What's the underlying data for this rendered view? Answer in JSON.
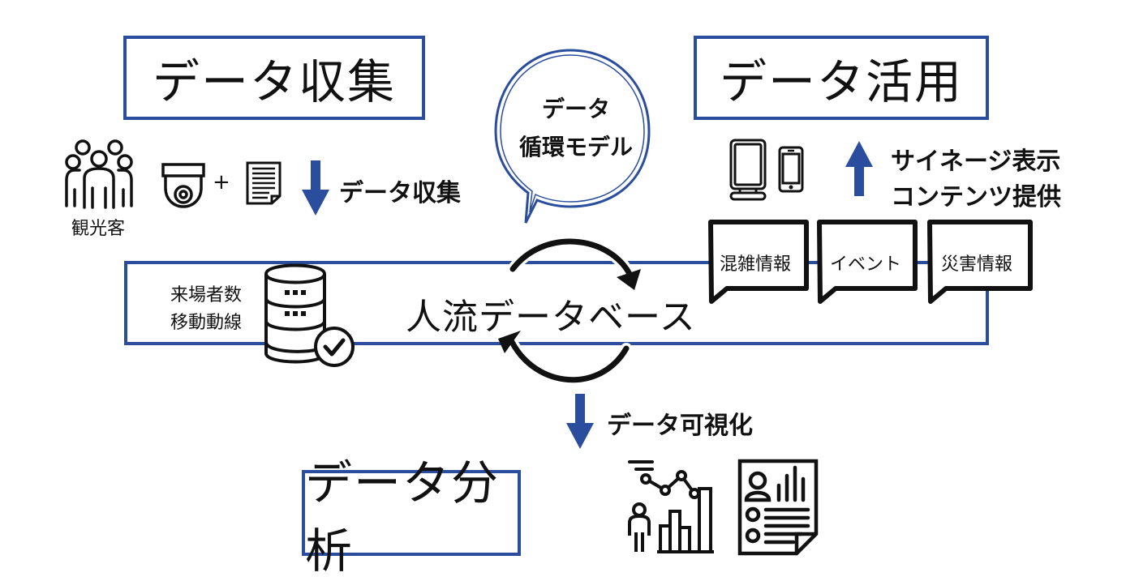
{
  "diagram": {
    "title_collect": "データ収集",
    "title_use": "データ活用",
    "title_analyze": "データ分析",
    "cycle_bubble": {
      "line1": "データ",
      "line2": "循環モデル"
    },
    "collect_section": {
      "tourists_label": "観光客",
      "plus_sign": "+",
      "arrow_label": "データ収集",
      "icons": [
        "people-group-icon",
        "dome-camera-icon",
        "document-icon",
        "arrow-down-icon"
      ]
    },
    "use_section": {
      "arrow_label_line1": "サイネージ表示",
      "arrow_label_line2": "コンテンツ提供",
      "icons": [
        "signage-display-icon",
        "smartphone-icon",
        "arrow-up-icon"
      ],
      "info_bubbles": [
        "混雑情報",
        "イベント",
        "災害情報"
      ]
    },
    "database": {
      "title": "人流データベース",
      "metrics_line1": "来場者数",
      "metrics_line2": "移動動線",
      "icons": [
        "database-check-icon",
        "cycle-arrows-icon"
      ]
    },
    "analyze_section": {
      "arrow_label": "データ可視化",
      "icons": [
        "arrow-down-icon",
        "analytics-chart-icon",
        "report-document-icon"
      ]
    },
    "colors": {
      "accent_blue": "#2a4d9e",
      "ink": "#111111"
    }
  }
}
